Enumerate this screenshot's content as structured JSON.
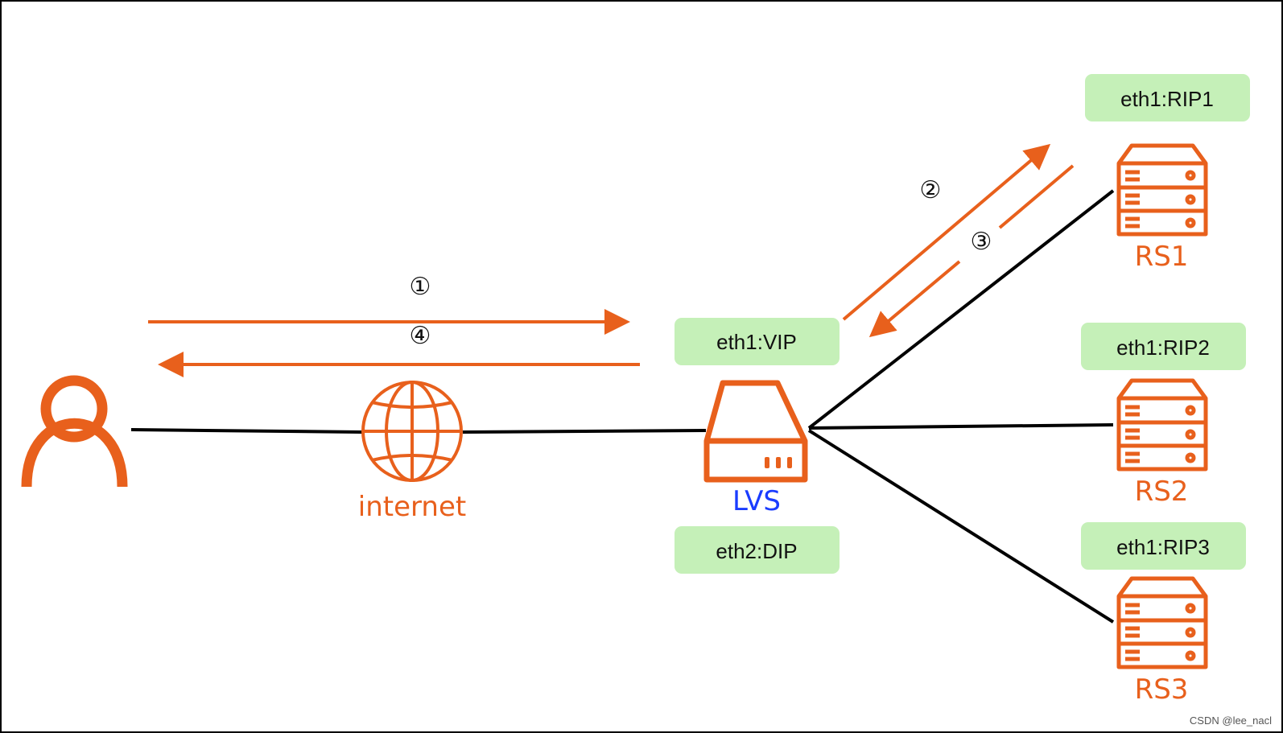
{
  "colors": {
    "accent": "#e8601c",
    "label_bg": "#c5f0b8",
    "lvs_text": "#1a3cff",
    "line": "#000000"
  },
  "nodes": {
    "client": {
      "icon": "user-icon"
    },
    "internet": {
      "icon": "globe-icon",
      "label": "internet"
    },
    "lvs": {
      "icon": "load-balancer-icon",
      "label": "LVS",
      "vip": "eth1:VIP",
      "dip": "eth2:DIP"
    },
    "rs1": {
      "icon": "server-icon",
      "label": "RS1",
      "rip": "eth1:RIP1"
    },
    "rs2": {
      "icon": "server-icon",
      "label": "RS2",
      "rip": "eth1:RIP2"
    },
    "rs3": {
      "icon": "server-icon",
      "label": "RS3",
      "rip": "eth1:RIP3"
    }
  },
  "steps": {
    "s1": "①",
    "s2": "②",
    "s3": "③",
    "s4": "④"
  },
  "watermark": "CSDN @lee_nacl"
}
